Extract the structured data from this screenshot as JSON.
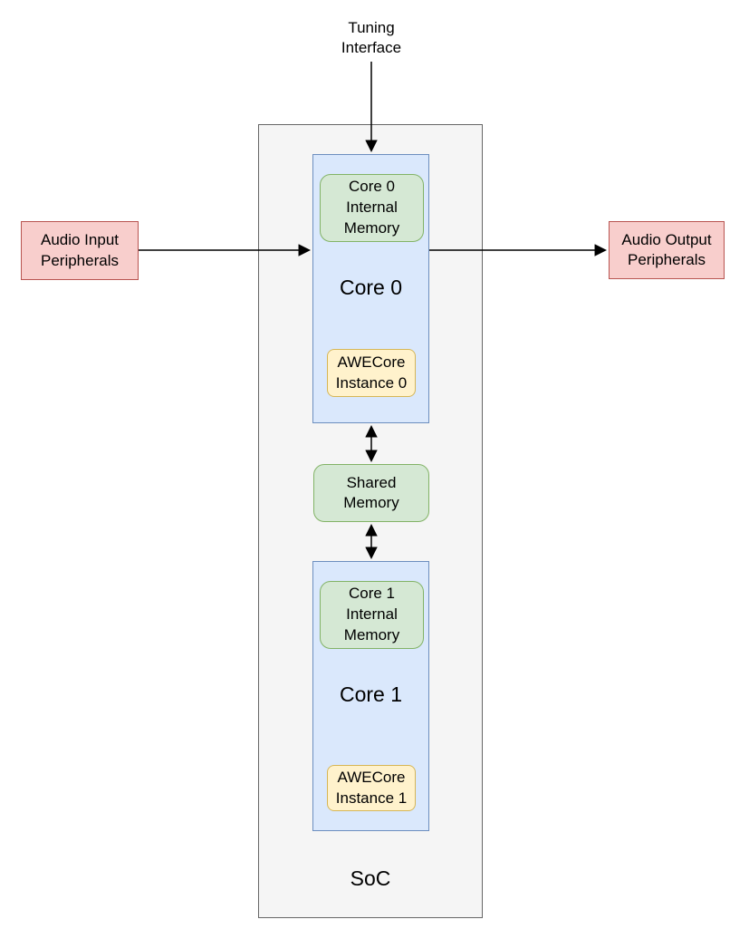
{
  "palette": {
    "pink_fill": "#f8cecc",
    "pink_border": "#b85450",
    "blue_fill": "#dae8fc",
    "blue_border": "#6c8ebf",
    "green_fill": "#d5e8d4",
    "green_border": "#82b366",
    "yellow_fill": "#fff2cc",
    "yellow_border": "#d6b656",
    "gray_fill": "#f5f5f5",
    "gray_border": "#666666",
    "arrow_color": "#000000"
  },
  "diagram": {
    "tuning_interface_label": "Tuning Interface",
    "audio_input_label": "Audio Input Peripherals",
    "audio_output_label": "Audio Output Peripherals",
    "soc_label": "SoC",
    "shared_memory_label": "Shared Memory",
    "core0": {
      "label": "Core 0",
      "internal_memory_label": "Core 0 Internal Memory",
      "awecore_label": "AWECore Instance 0"
    },
    "core1": {
      "label": "Core 1",
      "internal_memory_label": "Core 1 Internal Memory",
      "awecore_label": "AWECore Instance 1"
    }
  }
}
